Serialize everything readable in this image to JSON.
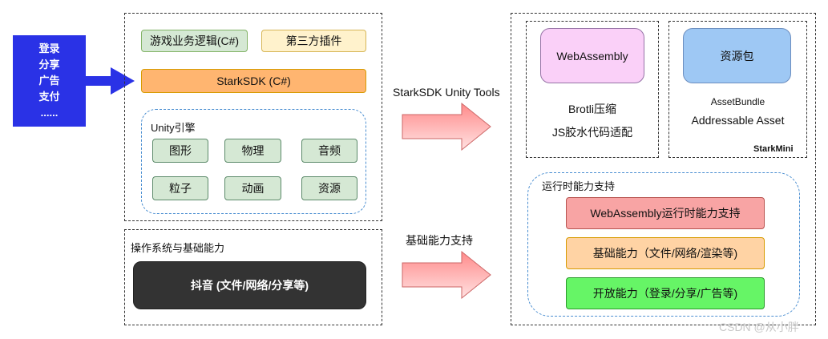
{
  "left_block": {
    "items": [
      "登录",
      "分享",
      "广告",
      "支付",
      "......"
    ]
  },
  "engine_group": {
    "game_logic": "游戏业务逻辑(C#)",
    "third_party": "第三方插件",
    "stark_sdk": "StarkSDK (C#)",
    "unity_title": "Unity引擎",
    "modules": [
      "图形",
      "物理",
      "音频",
      "粒子",
      "动画",
      "资源"
    ]
  },
  "os_group": {
    "title": "操作系统与基础能力",
    "douyin": "抖音 (文件/网络/分享等)"
  },
  "arrows": {
    "top_label": "StarkSDK Unity Tools",
    "bottom_label": "基础能力支持"
  },
  "right_group": {
    "webassembly": "WebAssembly",
    "brotli": "Brotli压缩",
    "js_glue": "JS胶水代码适配",
    "resource_pack": "资源包",
    "asset_bundle": "AssetBundle",
    "addressable": "Addressable Asset",
    "stark_mini": "StarkMini",
    "runtime_title": "运行时能力支持",
    "runtime_wasm": "WebAssembly运行时能力支持",
    "runtime_basic": "基础能力（文件/网络/渲染等)",
    "runtime_open": "开放能力（登录/分享/广告等)"
  },
  "watermark": "CSDN @从小胖"
}
